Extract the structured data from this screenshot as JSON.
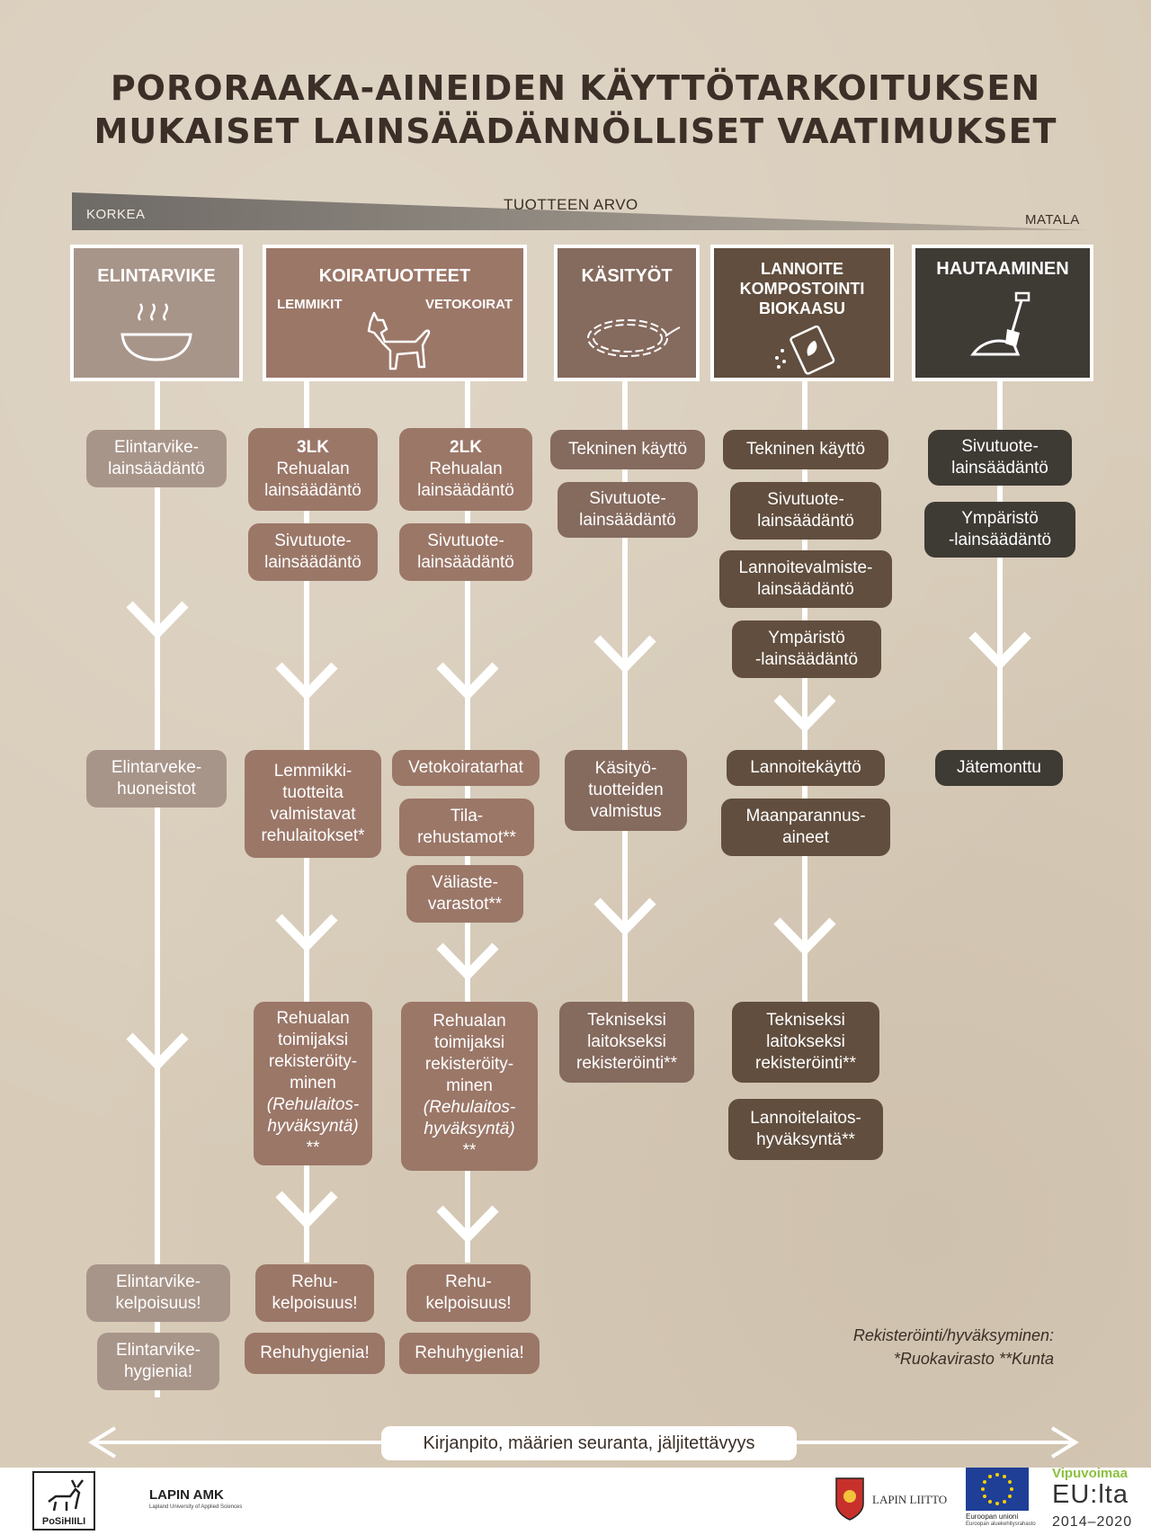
{
  "title": {
    "line1": "PORORAAKA-AINEIDEN KÄYTTÖTARKOITUKSEN",
    "line2": "MUKAISET LAINSÄÄDÄNNÖLLISET VAATIMUKSET"
  },
  "value_scale": {
    "label": "TUOTTEEN ARVO",
    "high": "KORKEA",
    "low": "MATALA"
  },
  "categories": {
    "food": {
      "title": "ELINTARVIKE",
      "icon": "steaming-bowl-icon"
    },
    "dog": {
      "title": "KOIRATUOTTEET",
      "left": "LEMMIKIT",
      "right": "VETOKOIRAT",
      "icon": "dog-icon"
    },
    "craft": {
      "title": "KÄSITYÖT",
      "icon": "woven-ring-icon"
    },
    "fert": {
      "title_lines": [
        "LANNOITE",
        "KOMPOSTOINTI",
        "BIOKAASU"
      ],
      "icon": "fertilizer-bag-icon"
    },
    "burial": {
      "title": "HAUTAAMINEN",
      "icon": "shovel-icon"
    }
  },
  "boxes": {
    "food_1": "Elintarvike-\nlainsäädäntö",
    "food_2": "Elintarveke-\nhuoneistot",
    "food_3": "Elintarvike-\nkelpoisuus!",
    "food_4": "Elintarvike-\nhygienia!",
    "pet_1_head": "3LK",
    "pet_1": "Rehualan\nlainsäädäntö",
    "pet_2": "Sivutuote-\nlainsäädäntö",
    "pet_3": "Lemmikki-\ntuotteita\nvalmistavat\nrehulaitokset*",
    "pet_4": "Rehualan\ntoimijaksi\nrekisteröity-\nminen",
    "pet_4_it": "(Rehulaitos-\nhyväksyntä)",
    "pet_4_tail": "**",
    "pet_5": "Rehu-\nkelpoisuus!",
    "pet_6": "Rehuhygienia!",
    "sled_1_head": "2LK",
    "sled_1": "Rehualan\nlainsäädäntö",
    "sled_2": "Sivutuote-\nlainsäädäntö",
    "sled_3": "Vetokoiratarhat",
    "sled_4": "Tila-\nrehustamot**",
    "sled_5": "Väliaste-\nvarastot**",
    "sled_6": "Rehualan\ntoimijaksi\nrekisteröity-\nminen",
    "sled_6_it": "(Rehulaitos-\nhyväksyntä)",
    "sled_6_tail": "**",
    "sled_7": "Rehu-\nkelpoisuus!",
    "sled_8": "Rehuhygienia!",
    "craft_1": "Tekninen käyttö",
    "craft_2": "Sivutuote-\nlainsäädäntö",
    "craft_3": "Käsityö-\ntuotteiden\nvalmistus",
    "craft_4": "Tekniseksi\nlaitokseksi\nrekisteröinti**",
    "fert_1": "Tekninen käyttö",
    "fert_2": "Sivutuote-\nlainsäädäntö",
    "fert_3": "Lannoitevalmiste-\nlainsäädäntö",
    "fert_4": "Ympäristö\n-lainsäädäntö",
    "fert_5": "Lannoitekäyttö",
    "fert_6": "Maanparannus-\naineet",
    "fert_7": "Tekniseksi\nlaitokseksi\nrekisteröinti**",
    "fert_8": "Lannoitelaitos-\nhyväksyntä**",
    "burial_1": "Sivutuote-\nlainsäädäntö",
    "burial_2": "Ympäristö\n-lainsäädäntö",
    "burial_3": "Jätemonttu"
  },
  "note": {
    "line1": "Rekisteröinti/hyväksyminen:",
    "line2": "*Ruokavirasto   **Kunta"
  },
  "bottom_track": "Kirjanpito, määrien seuranta, jäljitettävyys",
  "logos": {
    "posihiili": "PoSiHIILI",
    "lapin_amk": "LAPIN AMK",
    "lapin_amk_sub": "Lapland University of Applied Sciences",
    "lapin_liitto": "LAPIN LIITTO",
    "eu": "Euroopan unioni",
    "eu_sub": "Euroopan aluekehitysrahasto",
    "vipu_1": "Vipuvoimaa",
    "vipu_2": "EU:lta",
    "vipu_3": "2014–2020"
  },
  "colors": {
    "background": "#d8ccb9",
    "food": "#a8958a",
    "dog": "#9b7768",
    "craft": "#856a5e",
    "fert": "#614e3e",
    "burial": "#3e3a34",
    "vipu_green": "#8cbf3f"
  }
}
